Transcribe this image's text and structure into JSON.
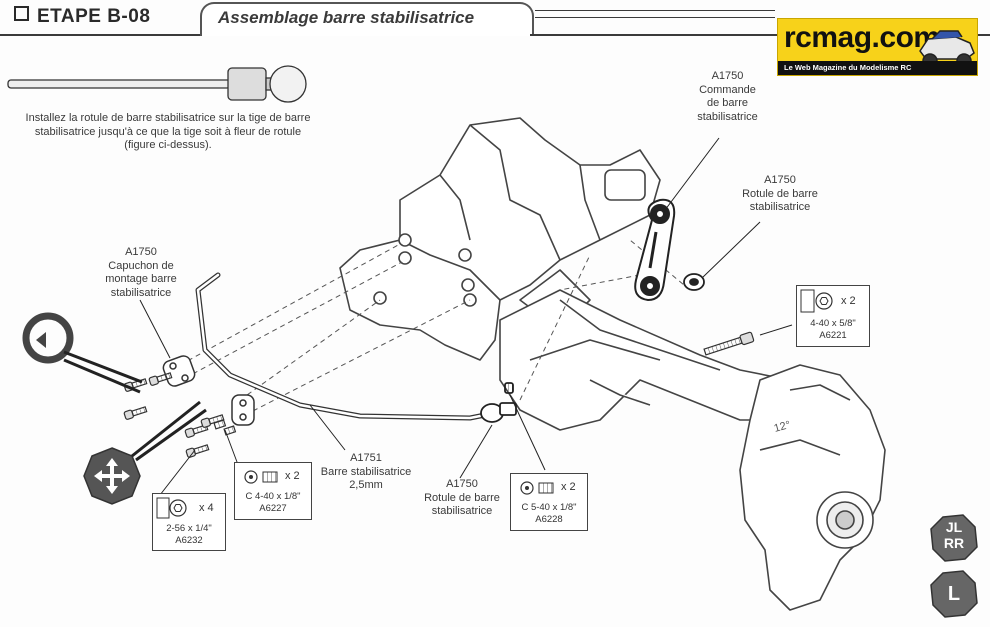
{
  "header": {
    "step": "ETAPE B-08",
    "title": "Assemblage barre stabilisatrice"
  },
  "logo": {
    "name": "rcmag.com",
    "tagline": "Le Web Magazine du Modelisme RC"
  },
  "instruction": "Installez la rotule de barre stabilisatrice sur la tige de barre stabilisatrice jusqu'à ce que la tige soit à fleur de rotule (figure ci-dessus).",
  "callouts": {
    "cap": [
      "A1750",
      "Capuchon de",
      "montage barre",
      "stabilisatrice"
    ],
    "command": [
      "A1750",
      "Commande",
      "de barre",
      "stabilisatrice"
    ],
    "ball_top": [
      "A1750",
      "Rotule de barre",
      "stabilisatrice"
    ],
    "bar": [
      "A1751",
      "Barre stabilisatrice",
      "2,5mm"
    ],
    "ball_bottom": [
      "A1750",
      "Rotule de barre",
      "stabilisatrice"
    ]
  },
  "parts": [
    {
      "id": "a6221",
      "count": "x 2",
      "spec": "4-40 x 5/8\"",
      "code": "A6221"
    },
    {
      "id": "a6227",
      "count": "x 2",
      "spec": "C 4-40 x 1/8\"",
      "code": "A6227"
    },
    {
      "id": "a6232",
      "count": "x 4",
      "spec": "2-56 x 1/4\"",
      "code": "A6232"
    },
    {
      "id": "a6228",
      "count": "x 2",
      "spec": "C 5-40 x 1/8\"",
      "code": "A6228"
    }
  ],
  "side_icons": [
    "JL",
    "RR",
    "L"
  ],
  "arm_angle": "12°"
}
